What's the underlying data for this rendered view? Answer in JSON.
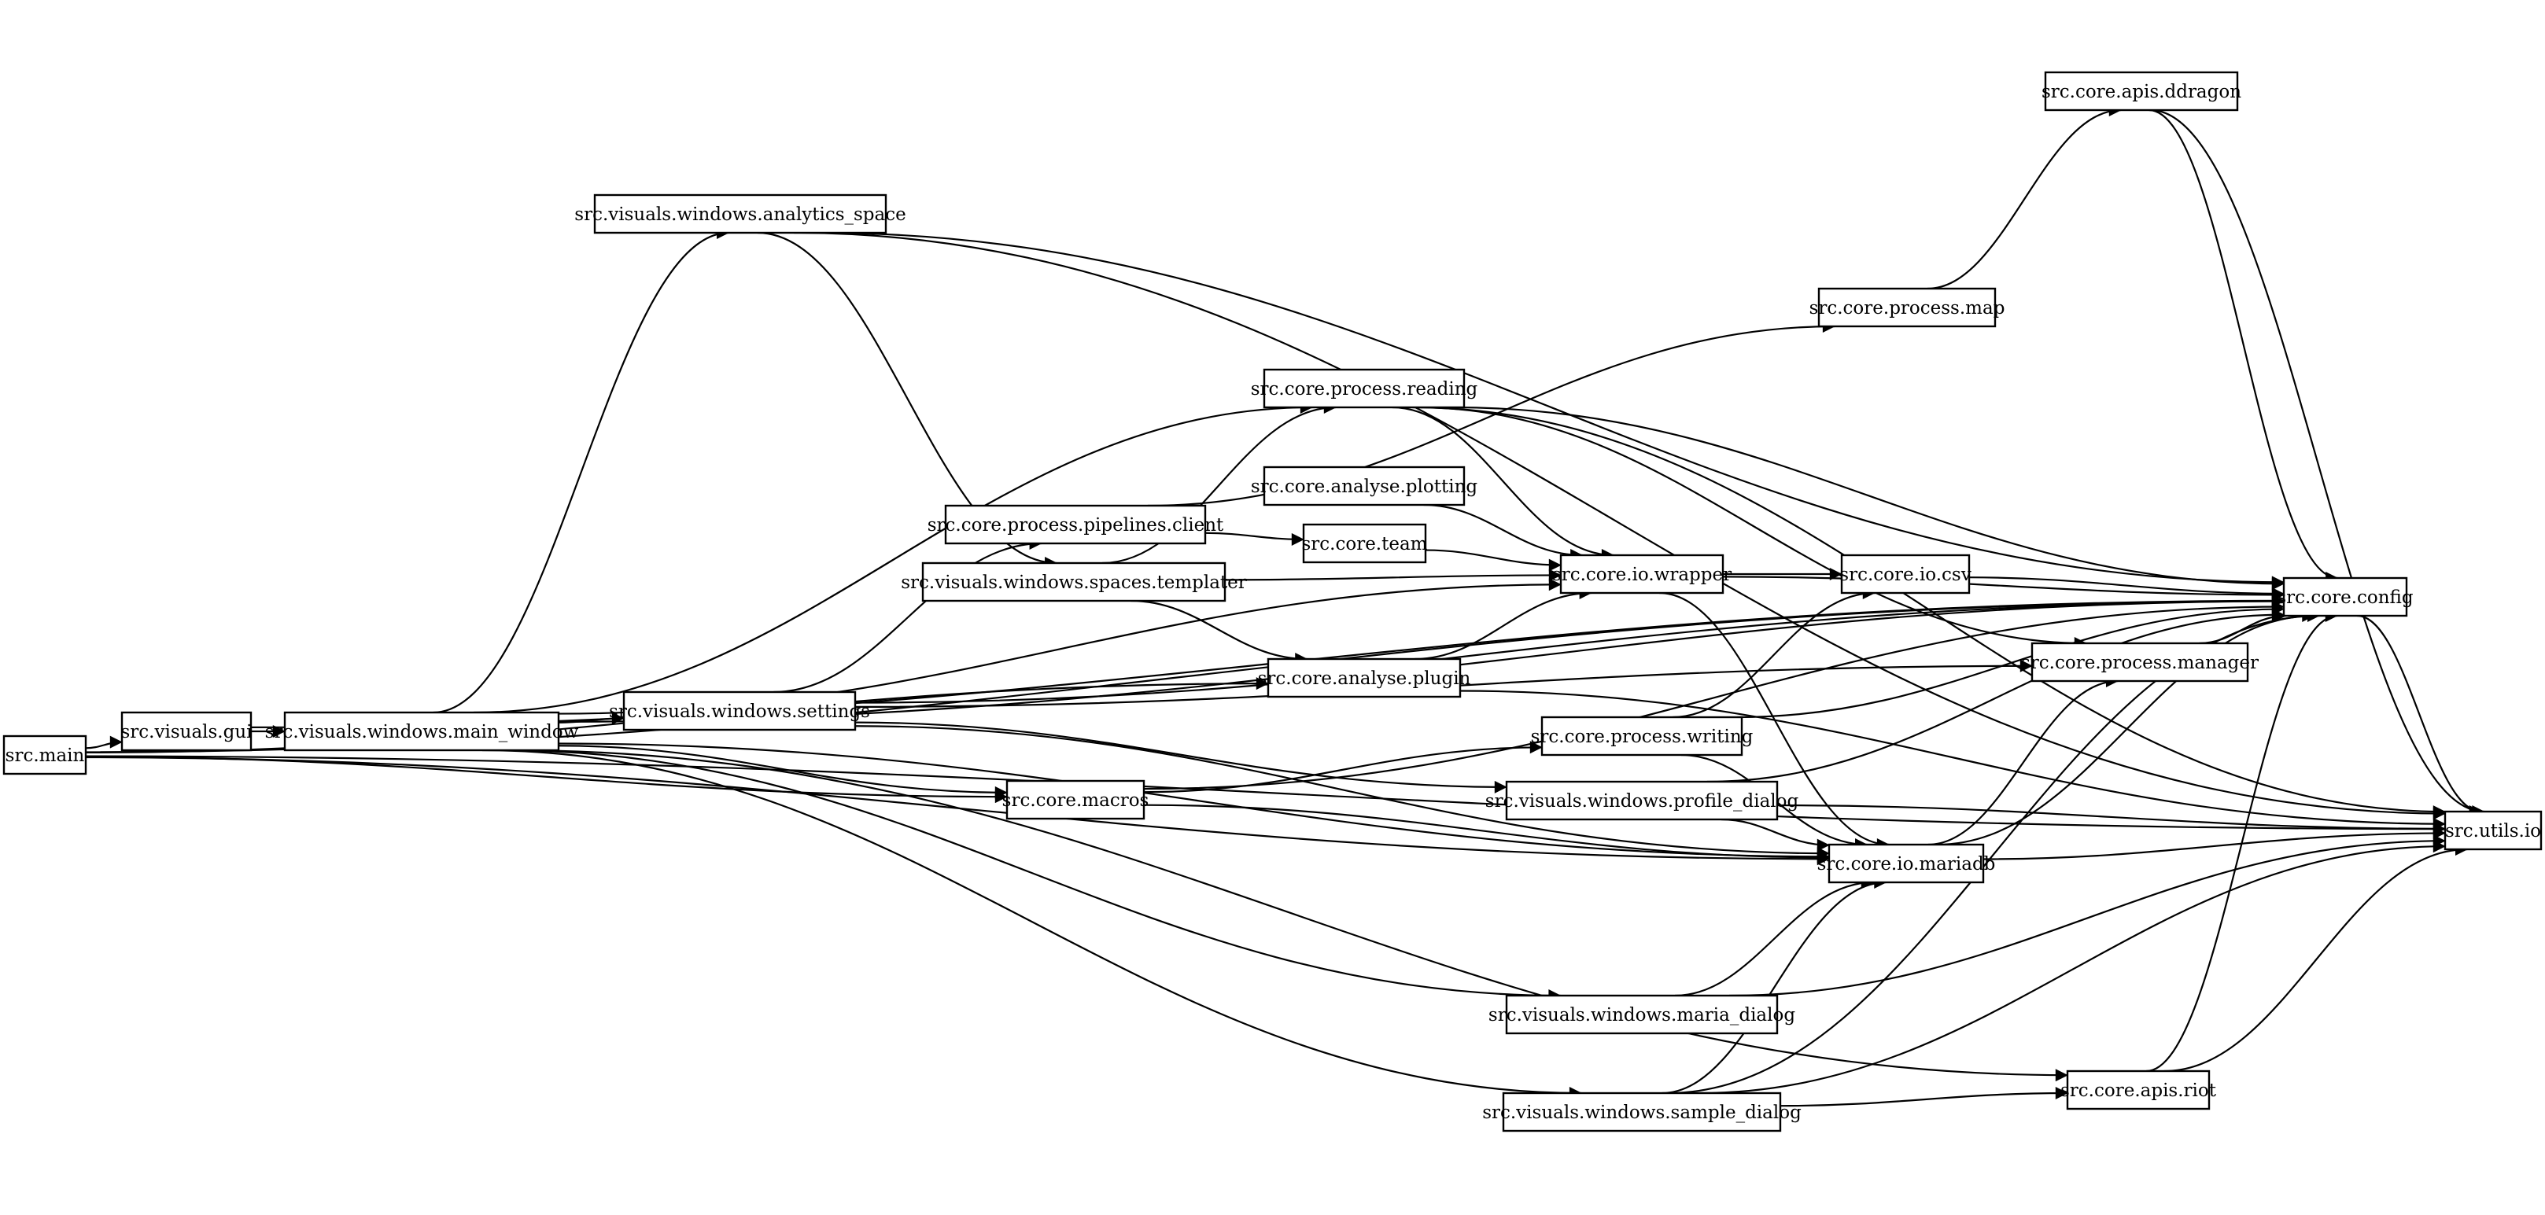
{
  "nodes": [
    {
      "id": "main",
      "label": "src.main"
    },
    {
      "id": "gui",
      "label": "src.visuals.gui"
    },
    {
      "id": "main_window",
      "label": "src.visuals.windows.main_window"
    },
    {
      "id": "analytics_space",
      "label": "src.visuals.windows.analytics_space"
    },
    {
      "id": "settings",
      "label": "src.visuals.windows.settings"
    },
    {
      "id": "pipelines_client",
      "label": "src.core.process.pipelines.client"
    },
    {
      "id": "spaces_templater",
      "label": "src.visuals.windows.spaces.templater"
    },
    {
      "id": "macros",
      "label": "src.core.macros"
    },
    {
      "id": "process_reading",
      "label": "src.core.process.reading"
    },
    {
      "id": "analyse_plotting",
      "label": "src.core.analyse.plotting"
    },
    {
      "id": "team",
      "label": "src.core.team"
    },
    {
      "id": "analyse_plugin",
      "label": "src.core.analyse.plugin"
    },
    {
      "id": "io_wrapper",
      "label": "src.core.io.wrapper"
    },
    {
      "id": "process_writing",
      "label": "src.core.process.writing"
    },
    {
      "id": "profile_dialog",
      "label": "src.visuals.windows.profile_dialog"
    },
    {
      "id": "maria_dialog",
      "label": "src.visuals.windows.maria_dialog"
    },
    {
      "id": "sample_dialog",
      "label": "src.visuals.windows.sample_dialog"
    },
    {
      "id": "process_map",
      "label": "src.core.process.map"
    },
    {
      "id": "io_csv",
      "label": "src.core.io.csv"
    },
    {
      "id": "io_mariadb",
      "label": "src.core.io.mariadb"
    },
    {
      "id": "apis_ddragon",
      "label": "src.core.apis.ddragon"
    },
    {
      "id": "process_manager",
      "label": "src.core.process.manager"
    },
    {
      "id": "apis_riot",
      "label": "src.core.apis.riot"
    },
    {
      "id": "config",
      "label": "src.core.config"
    },
    {
      "id": "utils_io",
      "label": "src.utils.io"
    }
  ],
  "edges": [
    [
      "main",
      "gui"
    ],
    [
      "main",
      "macros"
    ],
    [
      "main",
      "analyse_plugin"
    ],
    [
      "main",
      "io_mariadb"
    ],
    [
      "main",
      "config"
    ],
    [
      "main",
      "utils_io"
    ],
    [
      "gui",
      "main_window"
    ],
    [
      "gui",
      "config"
    ],
    [
      "main_window",
      "analytics_space"
    ],
    [
      "main_window",
      "settings"
    ],
    [
      "main_window",
      "macros"
    ],
    [
      "main_window",
      "process_reading"
    ],
    [
      "main_window",
      "io_wrapper"
    ],
    [
      "main_window",
      "io_mariadb"
    ],
    [
      "main_window",
      "maria_dialog"
    ],
    [
      "main_window",
      "sample_dialog"
    ],
    [
      "main_window",
      "apis_riot"
    ],
    [
      "main_window",
      "config"
    ],
    [
      "analytics_space",
      "spaces_templater"
    ],
    [
      "analytics_space",
      "config"
    ],
    [
      "analytics_space",
      "utils_io"
    ],
    [
      "settings",
      "pipelines_client"
    ],
    [
      "settings",
      "process_manager"
    ],
    [
      "settings",
      "config"
    ],
    [
      "settings",
      "profile_dialog"
    ],
    [
      "settings",
      "io_mariadb"
    ],
    [
      "pipelines_client",
      "team"
    ],
    [
      "pipelines_client",
      "process_map"
    ],
    [
      "spaces_templater",
      "process_reading"
    ],
    [
      "spaces_templater",
      "io_wrapper"
    ],
    [
      "spaces_templater",
      "analyse_plugin"
    ],
    [
      "macros",
      "process_writing"
    ],
    [
      "macros",
      "io_mariadb"
    ],
    [
      "macros",
      "config"
    ],
    [
      "process_reading",
      "io_wrapper"
    ],
    [
      "process_reading",
      "config"
    ],
    [
      "process_reading",
      "utils_io"
    ],
    [
      "process_reading",
      "process_manager"
    ],
    [
      "analyse_plotting",
      "io_wrapper"
    ],
    [
      "team",
      "io_wrapper"
    ],
    [
      "analyse_plugin",
      "io_wrapper"
    ],
    [
      "analyse_plugin",
      "utils_io"
    ],
    [
      "io_wrapper",
      "io_csv"
    ],
    [
      "io_wrapper",
      "config"
    ],
    [
      "io_wrapper",
      "io_mariadb"
    ],
    [
      "process_writing",
      "io_csv"
    ],
    [
      "process_writing",
      "io_mariadb"
    ],
    [
      "process_writing",
      "config"
    ],
    [
      "profile_dialog",
      "io_mariadb"
    ],
    [
      "profile_dialog",
      "config"
    ],
    [
      "profile_dialog",
      "utils_io"
    ],
    [
      "maria_dialog",
      "io_mariadb"
    ],
    [
      "maria_dialog",
      "utils_io"
    ],
    [
      "sample_dialog",
      "io_mariadb"
    ],
    [
      "sample_dialog",
      "apis_riot"
    ],
    [
      "sample_dialog",
      "config"
    ],
    [
      "sample_dialog",
      "utils_io"
    ],
    [
      "process_map",
      "apis_ddragon"
    ],
    [
      "io_csv",
      "config"
    ],
    [
      "io_mariadb",
      "process_manager"
    ],
    [
      "io_mariadb",
      "config"
    ],
    [
      "io_mariadb",
      "utils_io"
    ],
    [
      "apis_ddragon",
      "config"
    ],
    [
      "apis_ddragon",
      "utils_io"
    ],
    [
      "process_manager",
      "config"
    ],
    [
      "apis_riot",
      "config"
    ],
    [
      "apis_riot",
      "utils_io"
    ],
    [
      "config",
      "utils_io"
    ]
  ]
}
